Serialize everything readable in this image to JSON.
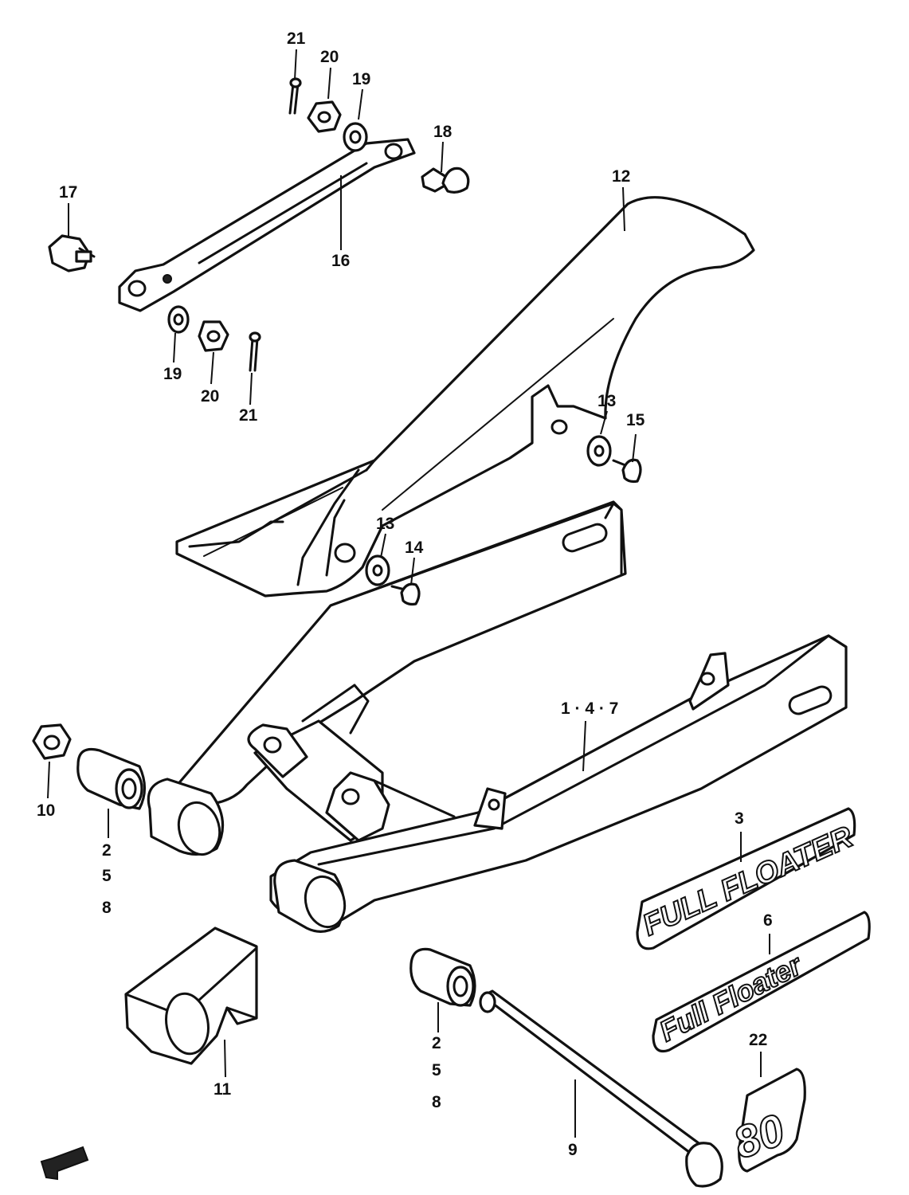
{
  "callouts": {
    "c21a": "21",
    "c20a": "20",
    "c19a": "19",
    "c18": "18",
    "c17": "17",
    "c16": "16",
    "c12": "12",
    "c19b": "19",
    "c20b": "20",
    "c21b": "21",
    "c13a": "13",
    "c15": "15",
    "c13b": "13",
    "c14": "14",
    "c147": "1 · 4 · 7",
    "c10": "10",
    "c258a_1": "2",
    "c258a_2": "5",
    "c258a_3": "8",
    "c3": "3",
    "c6": "6",
    "c11": "11",
    "c258b_1": "2",
    "c258b_2": "5",
    "c258b_3": "8",
    "c22": "22",
    "c9": "9"
  },
  "emblems": {
    "full_floater_large": "FULL FLOATER",
    "full_floater_small": "Full Floater",
    "number_badge": "80"
  },
  "icons": {
    "front_arrow": "front-direction-arrow-icon"
  }
}
